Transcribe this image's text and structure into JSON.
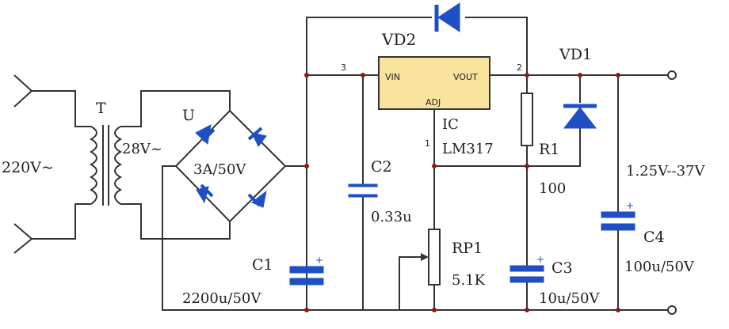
{
  "labels": {
    "ac_input": "220V~",
    "transformer": "T",
    "secondary": "28V~",
    "bridge": "U",
    "bridge_rating": "3A/50V",
    "c1": "C1",
    "c1_value": "2200u/50V",
    "pin3": "3",
    "c2": "C2",
    "c2_value": "0.33u",
    "vd2": "VD2",
    "vin": "VIN",
    "vout": "VOUT",
    "adj": "ADJ",
    "pin2": "2",
    "pin1": "1",
    "ic": "IC",
    "ic_part": "LM317",
    "rp1": "RP1",
    "rp1_value": "5.1K",
    "r1": "R1",
    "r1_value": "100",
    "vd1": "VD1",
    "c3": "C3",
    "c3_value": "10u/50V",
    "output_range": "1.25V--37V",
    "c4": "C4",
    "c4_value": "100u/50V",
    "plus": "+"
  },
  "colors": {
    "wire": "#333333",
    "component": "#1e4fc4",
    "ic_fill": "#f8e39c",
    "node": "#8a1a1a"
  }
}
